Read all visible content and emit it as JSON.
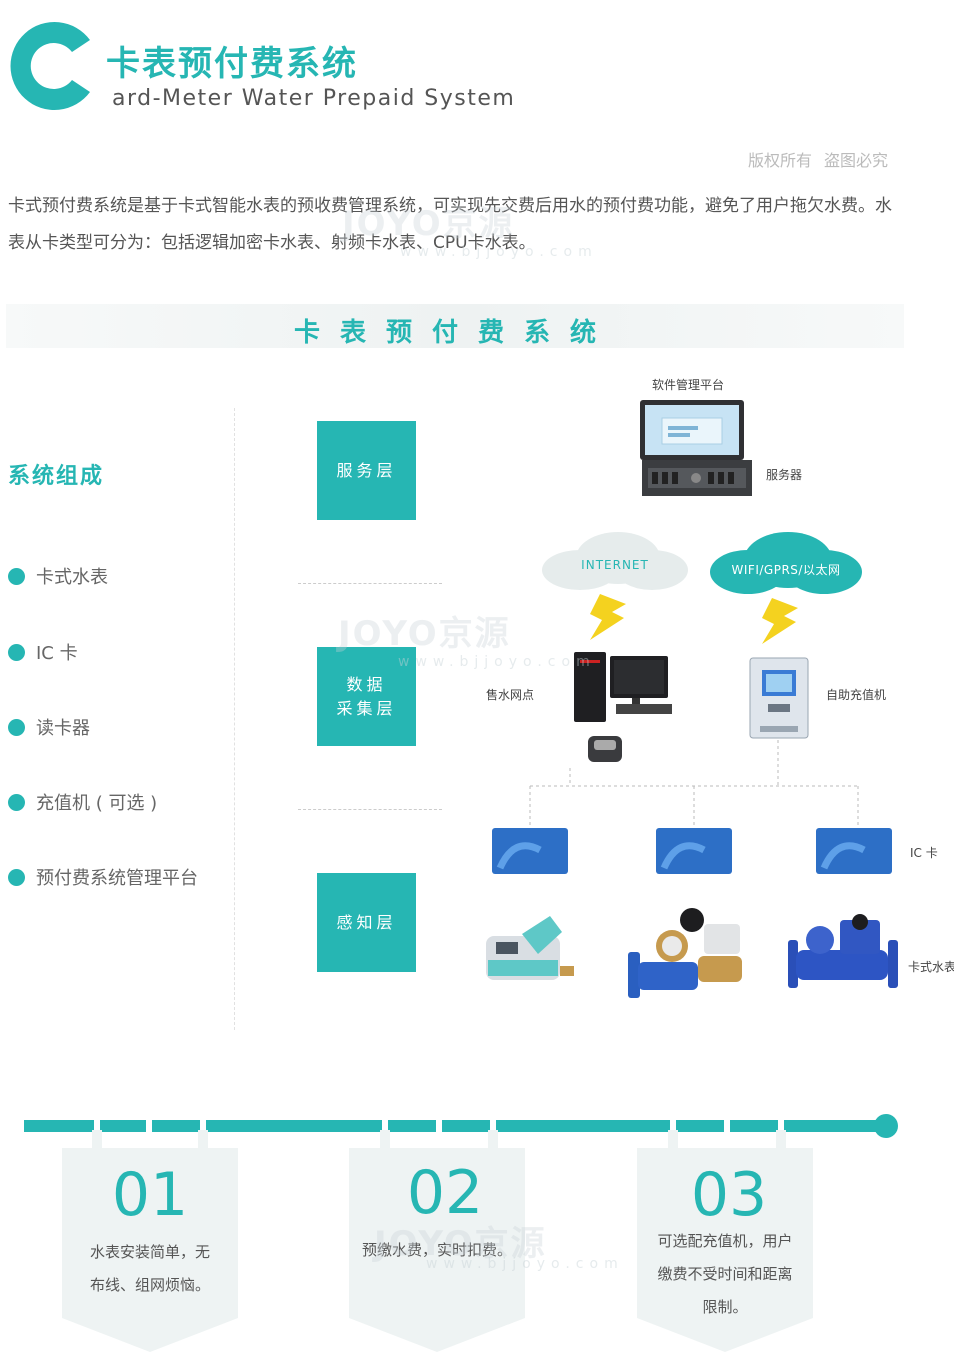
{
  "header": {
    "title_cn": "卡表预付费系统",
    "title_en": "ard-Meter Water Prepaid System",
    "copyright_1": "版权所有",
    "copyright_2": "盗图必究"
  },
  "intro": "卡式预付费系统是基于卡式智能水表的预收费管理系统，可实现先交费后用水的预付费功能，避免了用户拖欠水费。水表从卡类型可分为：包括逻辑加密卡水表、射频卡水表、CPU卡水表。",
  "section_title": "卡表预付费系统",
  "composition": {
    "heading": "系统组成",
    "items": [
      "卡式水表",
      "IC 卡",
      "读卡器",
      "充值机 ( 可选 )",
      "预付费系统管理平台"
    ]
  },
  "layers": {
    "service": "服务层",
    "data_line1": "数据",
    "data_line2": "采集层",
    "sense": "感知层"
  },
  "labels": {
    "software_platform": "软件管理平台",
    "server": "服务器",
    "internet": "INTERNET",
    "wifi": "WIFI/GPRS/以太网",
    "sales_point": "售水网点",
    "self_recharge": "自助充值机",
    "ic_card": "IC 卡",
    "card_meter": "卡式水表"
  },
  "features": [
    {
      "num": "01",
      "line1": "水表安装简单，无",
      "line2": "布线、组网烦恼。",
      "line3": ""
    },
    {
      "num": "02",
      "line1": "预缴水费，实时扣费。",
      "line2": "",
      "line3": ""
    },
    {
      "num": "03",
      "line1": "可选配充值机，用户",
      "line2": "缴费不受时间和距离",
      "line3": "限制。"
    }
  ],
  "watermarks": {
    "brand": "JOYO京源",
    "url": "www.bjjoyo.com"
  },
  "colors": {
    "accent": "#26b6b3",
    "band": "#eef3f3",
    "text": "#555555"
  }
}
